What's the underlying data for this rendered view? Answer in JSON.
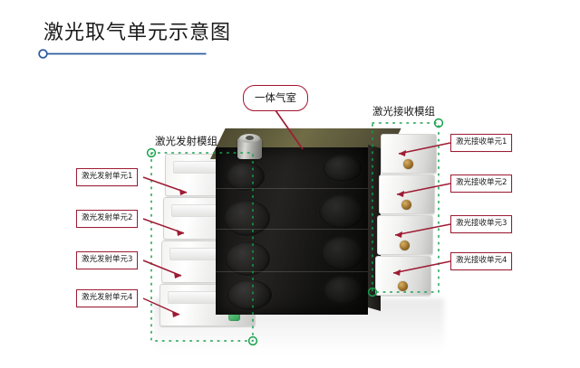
{
  "page": {
    "title": "激光取气单元示意图",
    "accent_blue": "#2d5b9e",
    "callout_red": "#9e1b33",
    "selection_green": "#17a04c"
  },
  "diagram": {
    "module_labels": [
      {
        "name": "emitter-module",
        "text": "激光发射模组"
      },
      {
        "name": "receiver-module",
        "text": "激光接收模组"
      }
    ],
    "chamber_callout": {
      "text": "一体气室"
    },
    "left_labels": [
      {
        "text": "激光发射单元1"
      },
      {
        "text": "激光发射单元2"
      },
      {
        "text": "激光发射单元3"
      },
      {
        "text": "激光发射单元4"
      }
    ],
    "right_labels": [
      {
        "text": "激光接收单元1"
      },
      {
        "text": "激光接收单元2"
      },
      {
        "text": "激光接收单元3"
      },
      {
        "text": "激光接收单元4"
      }
    ]
  }
}
